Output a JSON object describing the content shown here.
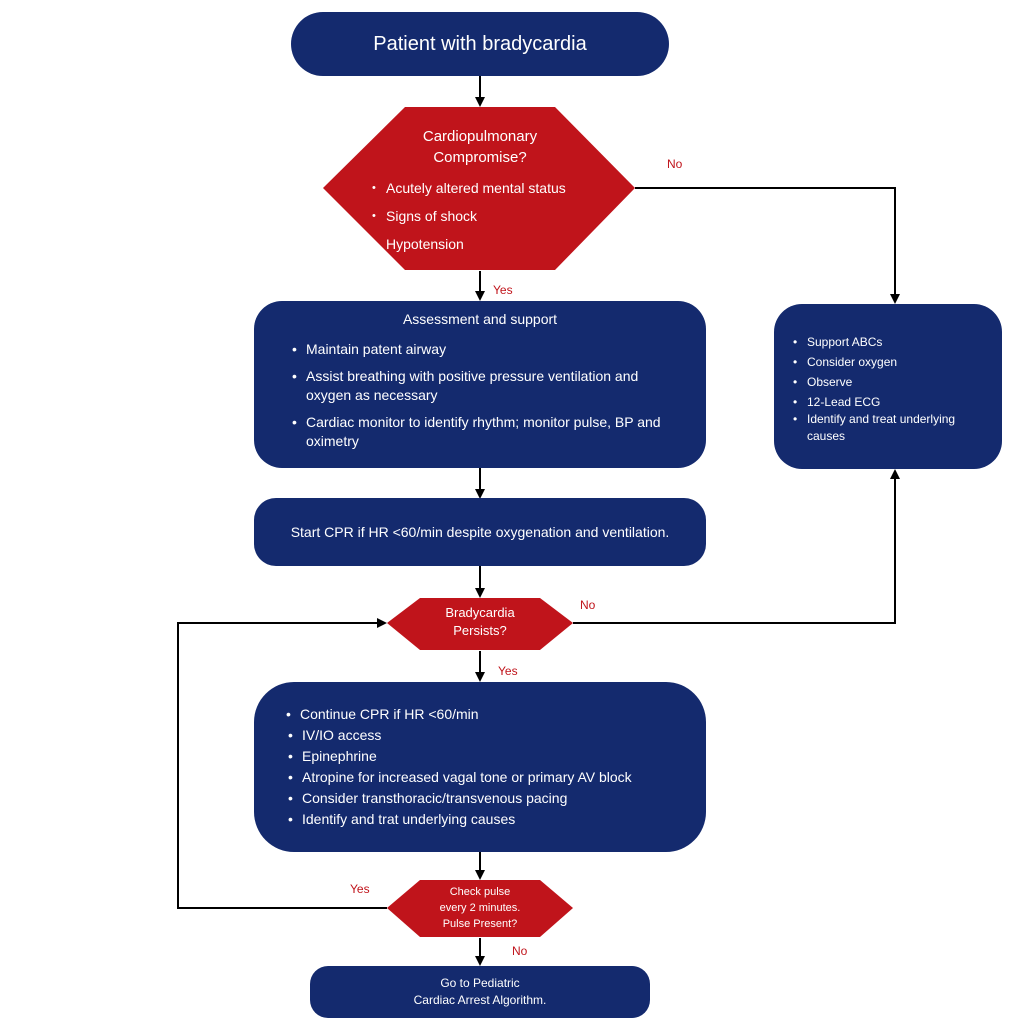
{
  "colors": {
    "navy": "#142a6e",
    "red": "#c0141b",
    "line": "#000000"
  },
  "start": {
    "text": "Patient with bradycardia"
  },
  "compromise": {
    "title_line1": "Cardiopulmonary",
    "title_line2": "Compromise?",
    "items": [
      "Acutely altered mental status",
      "Signs of shock",
      "Hypotension"
    ]
  },
  "assessment": {
    "title": "Assessment and support",
    "items": [
      "Maintain patent airway",
      "Assist breathing with positive pressure ventilation and oxygen as necessary",
      "Cardiac monitor to identify rhythm; monitor pulse, BP and oximetry"
    ]
  },
  "side_box": {
    "items": [
      "Support ABCs",
      "Consider oxygen",
      "Observe",
      "12-Lead ECG",
      "Identify and treat underlying causes"
    ]
  },
  "cpr": {
    "text": "Start CPR if HR <60/min despite oxygenation and ventilation."
  },
  "persists": {
    "line1": "Bradycardia",
    "line2": "Persists?"
  },
  "treatment": {
    "items": [
      "Continue  CPR if HR <60/min",
      "IV/IO access",
      "Epinephrine",
      "Atropine for increased vagal tone or primary AV block",
      "Consider transthoracic/transvenous pacing",
      "Identify and trat underlying causes"
    ]
  },
  "pulse_check": {
    "line1": "Check pulse",
    "line2": "every 2 minutes.",
    "line3": "Pulse Present?"
  },
  "end": {
    "line1": "Go to Pediatric",
    "line2": "Cardiac Arrest Algorithm."
  },
  "labels": {
    "no_compromise": "No",
    "yes_compromise": "Yes",
    "no_persists": "No",
    "yes_persists": "Yes",
    "yes_pulse": "Yes",
    "no_pulse": "No"
  }
}
